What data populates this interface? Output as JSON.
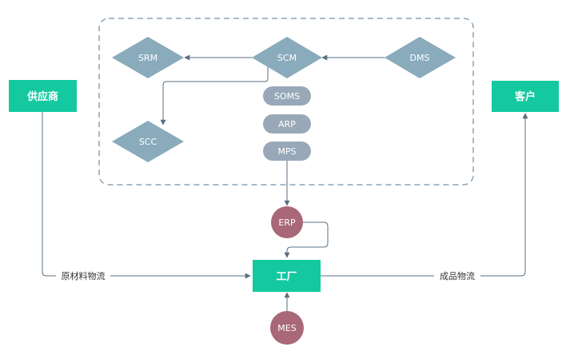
{
  "colors": {
    "green": "#14c9a0",
    "diamond": "#8aabbc",
    "pill": "#98a8b8",
    "circle": "#a86878",
    "line": "#5a6f80",
    "dashed_border": "#8aa4b8"
  },
  "nodes": {
    "supplier": "供应商",
    "customer": "客户",
    "factory": "工厂",
    "srm": "SRM",
    "scm": "SCM",
    "dms": "DMS",
    "scc": "SCC",
    "soms": "SOMS",
    "arp": "ARP",
    "mps": "MPS",
    "erp": "ERP",
    "mes": "MES"
  },
  "edges": {
    "raw_material_flow": "原材料物流",
    "finished_goods_flow": "成品物流"
  }
}
